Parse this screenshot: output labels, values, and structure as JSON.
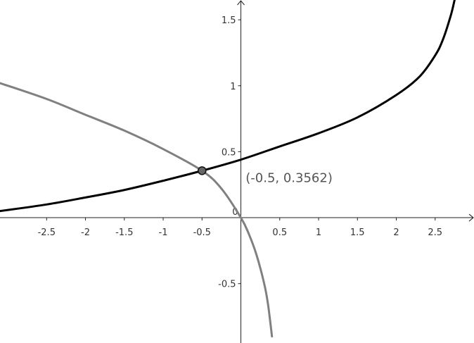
{
  "chart_data": {
    "type": "line",
    "title": "",
    "xlabel": "",
    "ylabel": "",
    "xlim": [
      -3.1,
      3.0
    ],
    "ylim": [
      -0.95,
      1.65
    ],
    "grid": false,
    "x_ticks": [
      -2.5,
      -2,
      -1.5,
      -1,
      -0.5,
      0,
      0.5,
      1,
      1.5,
      2,
      2.5
    ],
    "x_tick_labels": [
      "-2.5",
      "-2",
      "-1.5",
      "-1",
      "-0.5",
      "0",
      "0.5",
      "1",
      "1.5",
      "2",
      "2.5"
    ],
    "y_ticks": [
      -0.5,
      0.5,
      1,
      1.5
    ],
    "y_tick_labels": [
      "-0.5",
      "0.5",
      "1",
      "1.5"
    ],
    "origin_label": "0",
    "series": [
      {
        "color": "#000000",
        "x": [
          -3.1,
          -2.5,
          -2.0,
          -1.5,
          -1.0,
          -0.5,
          0.0,
          0.5,
          1.0,
          1.5,
          2.0,
          2.3,
          2.5,
          2.6,
          2.7,
          2.75
        ],
        "y": [
          0.05,
          0.1,
          0.153,
          0.21,
          0.28,
          0.356,
          0.44,
          0.54,
          0.64,
          0.76,
          0.93,
          1.07,
          1.23,
          1.35,
          1.53,
          1.65
        ]
      },
      {
        "color": "#808080",
        "x": [
          -3.1,
          -2.5,
          -2.0,
          -1.5,
          -1.0,
          -0.5,
          -0.25,
          0.0,
          0.1,
          0.2,
          0.3,
          0.35,
          0.4
        ],
        "y": [
          1.02,
          0.9,
          0.78,
          0.66,
          0.52,
          0.356,
          0.22,
          0.0,
          -0.12,
          -0.28,
          -0.5,
          -0.66,
          -0.9
        ]
      }
    ],
    "points": [
      {
        "x": -0.5,
        "y": 0.3562,
        "label": "(-0.5, 0.3562)"
      }
    ]
  }
}
